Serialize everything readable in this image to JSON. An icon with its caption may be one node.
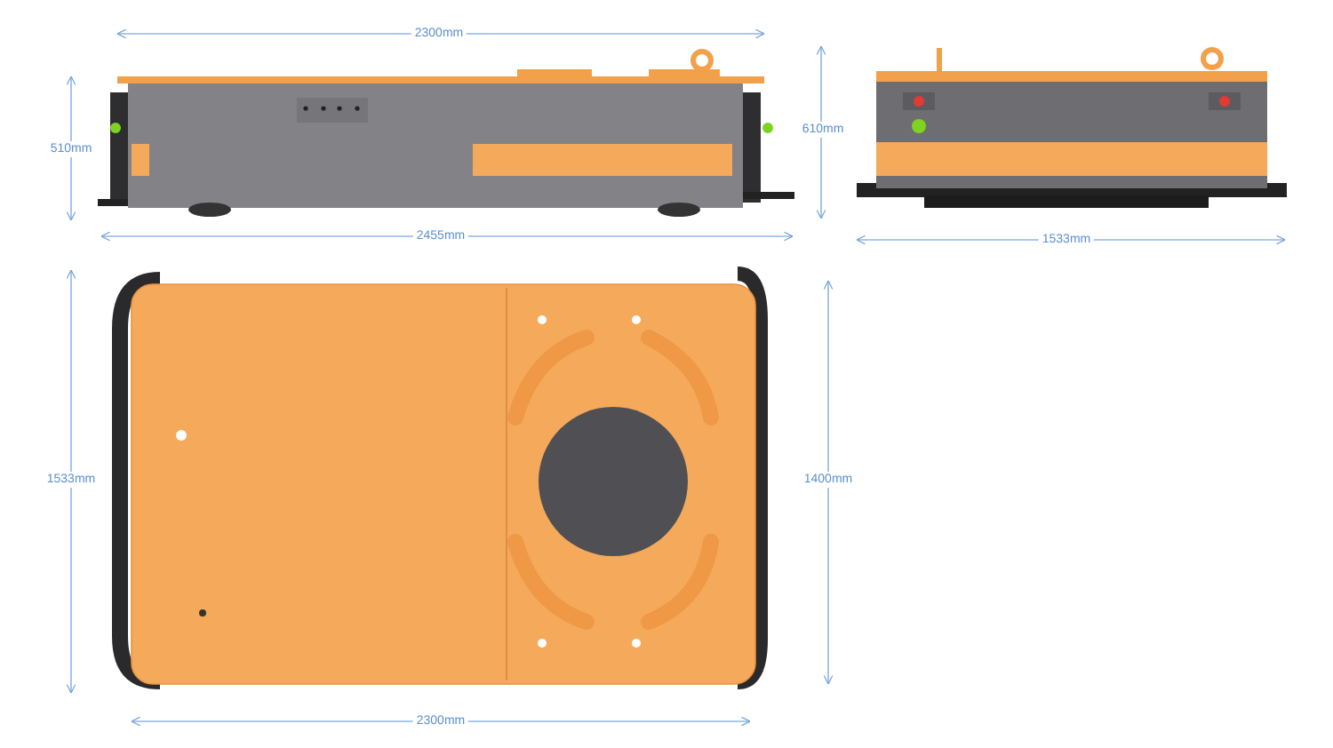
{
  "diagram": {
    "labels": [
      "2300mm",
      "510mm",
      "2455mm",
      "610mm",
      "1533mm",
      "1533mm",
      "1400mm",
      "2300mm"
    ]
  }
}
